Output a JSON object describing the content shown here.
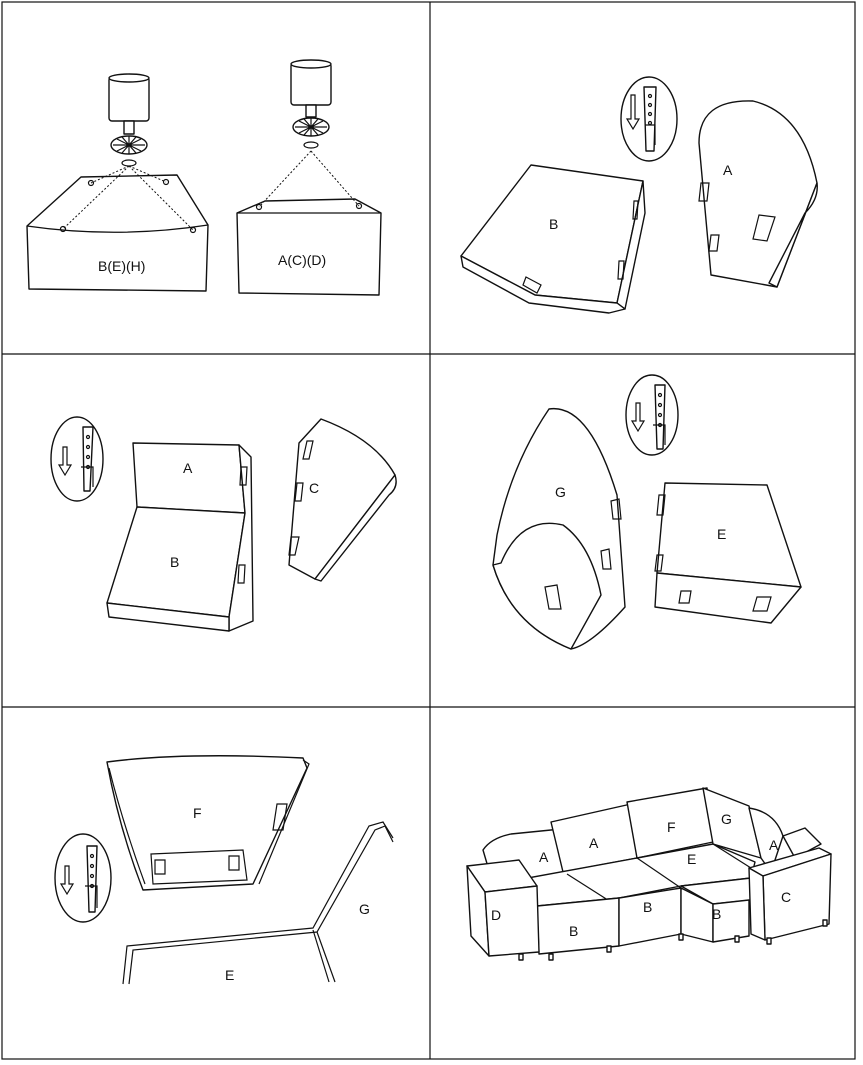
{
  "panels": {
    "p1": {
      "label_left": "B(E)(H)",
      "label_right": "A(C)(D)"
    },
    "p2": {
      "label_seat": "B",
      "label_back": "A"
    },
    "p3": {
      "label_back": "A",
      "label_seat": "B",
      "label_arm": "C"
    },
    "p4": {
      "label_corner": "G",
      "label_seat": "E"
    },
    "p5": {
      "label_back": "F",
      "label_corner": "G",
      "label_seat": "E"
    },
    "p6": {
      "labels": [
        "A",
        "A",
        "F",
        "G",
        "A",
        "E",
        "D",
        "B",
        "B",
        "B",
        "C"
      ]
    }
  },
  "icons": {
    "insert_arrow": "down-arrow-icon",
    "bracket": "connector-bracket-icon",
    "leg": "sofa-leg-icon"
  }
}
